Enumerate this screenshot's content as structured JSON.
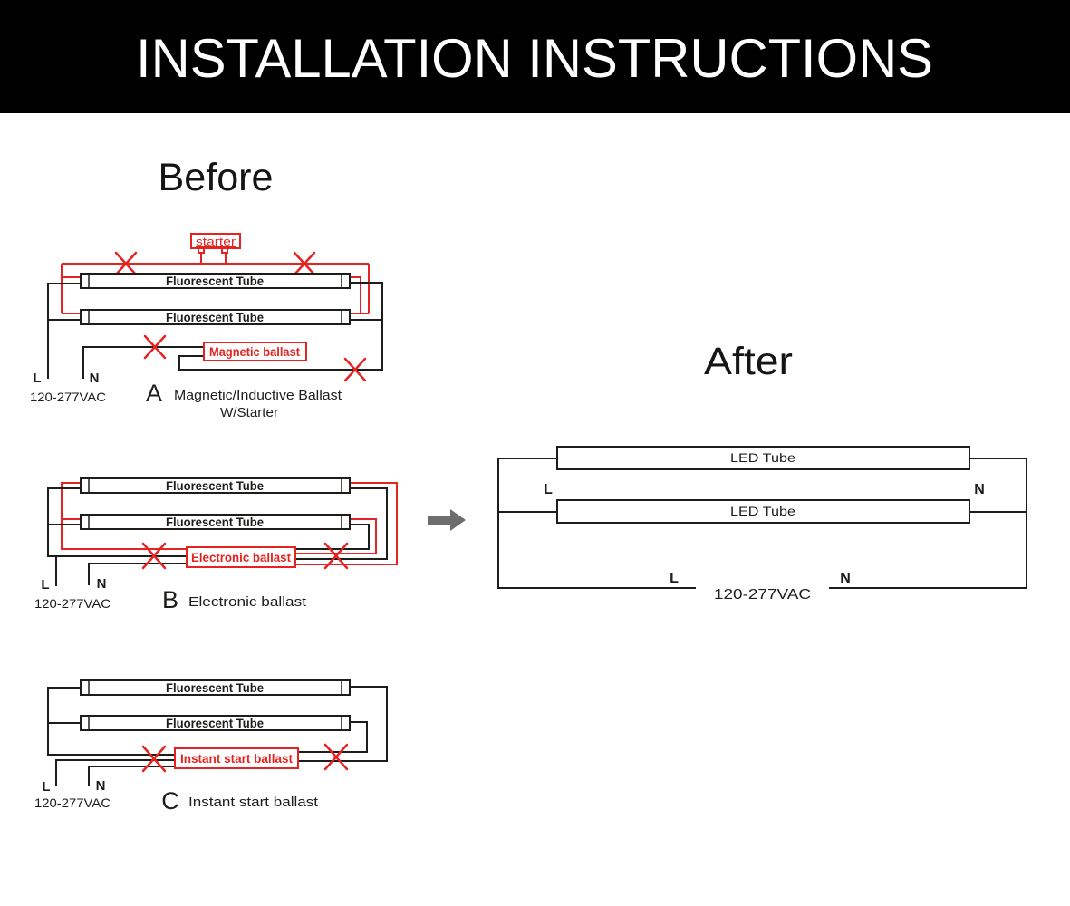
{
  "header": {
    "title": "INSTALLATION INSTRUCTIONS"
  },
  "before": {
    "section_title": "Before",
    "a": {
      "starter": "starter",
      "tube1": "Fluorescent Tube",
      "tube2": "Fluorescent Tube",
      "ballast": "Magnetic ballast",
      "l": "L",
      "n": "N",
      "voltage": "120-277VAC",
      "key": "A",
      "caption": "Magnetic/Inductive Ballast",
      "caption2": "W/Starter"
    },
    "b": {
      "tube1": "Fluorescent Tube",
      "tube2": "Fluorescent Tube",
      "ballast": "Electronic ballast",
      "l": "L",
      "n": "N",
      "voltage": "120-277VAC",
      "key": "B",
      "caption": "Electronic ballast"
    },
    "c": {
      "tube1": "Fluorescent Tube",
      "tube2": "Fluorescent Tube",
      "ballast": "Instant start ballast",
      "l": "L",
      "n": "N",
      "voltage": "120-277VAC",
      "key": "C",
      "caption": "Instant start ballast"
    }
  },
  "after": {
    "section_title": "After",
    "tube1": "LED Tube",
    "tube2": "LED Tube",
    "l_fixture": "L",
    "n_fixture": "N",
    "l_supply": "L",
    "n_supply": "N",
    "voltage": "120-277VAC"
  },
  "colors": {
    "wire_red": "#e52421",
    "wire_black": "#1d1d1b",
    "arrow_gray": "#6d6d6d",
    "header_bg": "#000000",
    "header_text": "#ffffff"
  }
}
